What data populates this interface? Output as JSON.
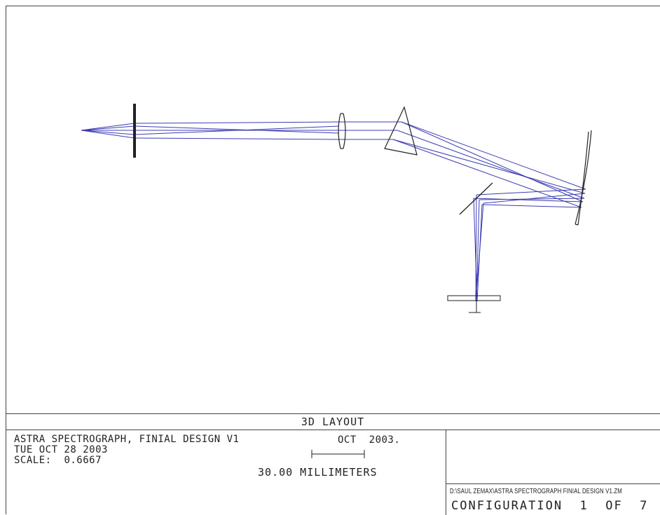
{
  "title_band": {
    "label": "3D LAYOUT"
  },
  "info": {
    "line1": "ASTRA SPECTROGRAPH, FINIAL DESIGN V1",
    "line2": "TUE OCT 28 2003",
    "scale_label": "SCALE:",
    "scale_value": "0.6667",
    "date_stamp": "OCT  2003.",
    "scale_bar_units": "30.00 MILLIMETERS"
  },
  "file_block": {
    "path": "D:\\SAUL ZEMAX\\ASTRA SPECTROGRAPH FINIAL DESIGN V1.ZM",
    "configuration": "CONFIGURATION  1  OF  7"
  },
  "colors": {
    "ray": "#3c3cb4",
    "element": "#222222"
  }
}
